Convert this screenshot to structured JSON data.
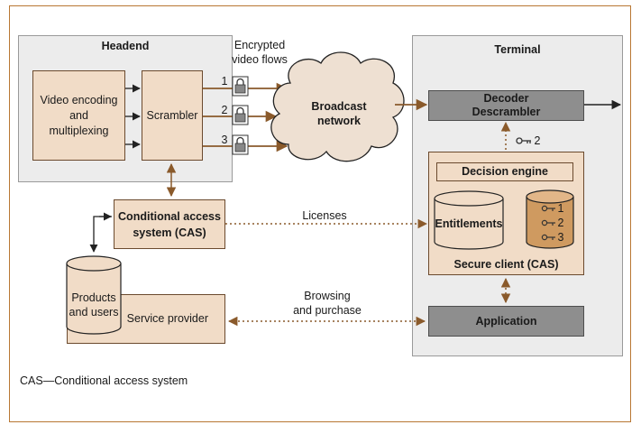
{
  "diagram": {
    "headend": {
      "title": "Headend",
      "video_encoding": "Video encoding\nand\nmultiplexing",
      "scrambler": "Scrambler",
      "encrypted_label": "Encrypted\nvideo flows",
      "flow_numbers": [
        "1",
        "2",
        "3"
      ]
    },
    "broadcast": "Broadcast\nnetwork",
    "terminal": {
      "title": "Terminal",
      "decoder": "Decoder\nDescrambler",
      "key_number": "2",
      "decision_engine": "Decision engine",
      "entitlements": "Entitlements",
      "entitlement_keys": [
        "1",
        "2",
        "3"
      ],
      "secure_client": "Secure client (CAS)",
      "application": "Application"
    },
    "cas": "Conditional access\nsystem (CAS)",
    "licenses": "Licenses",
    "products": "Products\nand users",
    "service_provider": "Service provider",
    "browsing": "Browsing\nand purchase",
    "footnote": "CAS—Conditional access system"
  },
  "colors": {
    "flow_arrow": "#8a5a2b",
    "beige_fill": "#f1dcc7",
    "gray_fill": "#8e8e8e",
    "panel_fill": "#ececec",
    "frame": "#b87733"
  },
  "icons": [
    "lock-icon",
    "key-icon",
    "cloud-icon"
  ]
}
